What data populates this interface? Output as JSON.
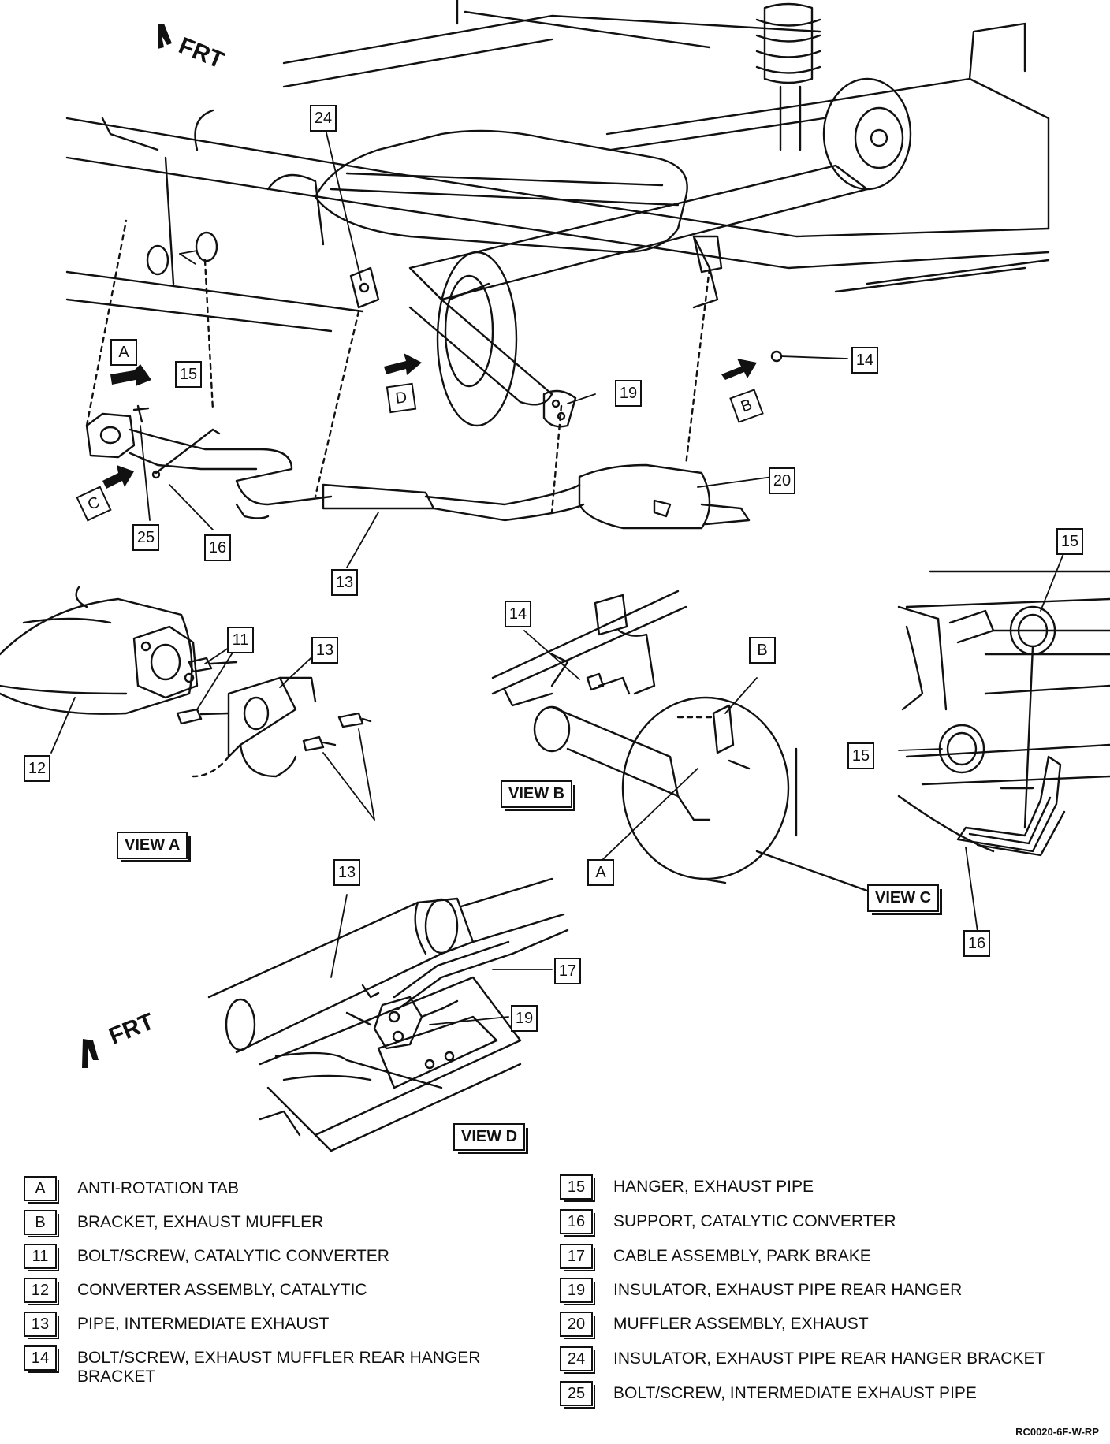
{
  "diagram": {
    "frt_label": "FRT",
    "views": {
      "a": "VIEW A",
      "b": "VIEW B",
      "c": "VIEW C",
      "d": "VIEW D"
    },
    "callouts": {
      "main_24": "24",
      "main_a": "A",
      "main_15": "15",
      "main_d": "D",
      "main_19": "19",
      "main_14": "14",
      "main_b": "B",
      "main_20": "20",
      "main_c": "C",
      "main_25": "25",
      "main_16": "16",
      "main_13": "13",
      "va_11": "11",
      "va_13": "13",
      "va_12": "12",
      "vb_14": "14",
      "vb_b": "B",
      "vb_a": "A",
      "vc_15_top": "15",
      "vc_15_left": "15",
      "vc_16": "16",
      "vd_13": "13",
      "vd_17": "17",
      "vd_19": "19"
    },
    "drawing_code": "RC0020-6F-W-RP"
  },
  "legend": {
    "left": [
      {
        "key": "A",
        "text": "ANTI-ROTATION TAB"
      },
      {
        "key": "B",
        "text": "BRACKET, EXHAUST MUFFLER"
      },
      {
        "key": "11",
        "text": "BOLT/SCREW, CATALYTIC CONVERTER"
      },
      {
        "key": "12",
        "text": "CONVERTER ASSEMBLY, CATALYTIC"
      },
      {
        "key": "13",
        "text": "PIPE, INTERMEDIATE EXHAUST"
      },
      {
        "key": "14",
        "text": "BOLT/SCREW, EXHAUST MUFFLER REAR HANGER\nBRACKET"
      }
    ],
    "right": [
      {
        "key": "15",
        "text": "HANGER, EXHAUST PIPE"
      },
      {
        "key": "16",
        "text": "SUPPORT, CATALYTIC CONVERTER"
      },
      {
        "key": "17",
        "text": "CABLE ASSEMBLY, PARK BRAKE"
      },
      {
        "key": "19",
        "text": "INSULATOR, EXHAUST PIPE REAR HANGER"
      },
      {
        "key": "20",
        "text": "MUFFLER ASSEMBLY, EXHAUST"
      },
      {
        "key": "24",
        "text": "INSULATOR, EXHAUST PIPE REAR HANGER BRACKET"
      },
      {
        "key": "25",
        "text": "BOLT/SCREW, INTERMEDIATE EXHAUST PIPE"
      }
    ]
  }
}
